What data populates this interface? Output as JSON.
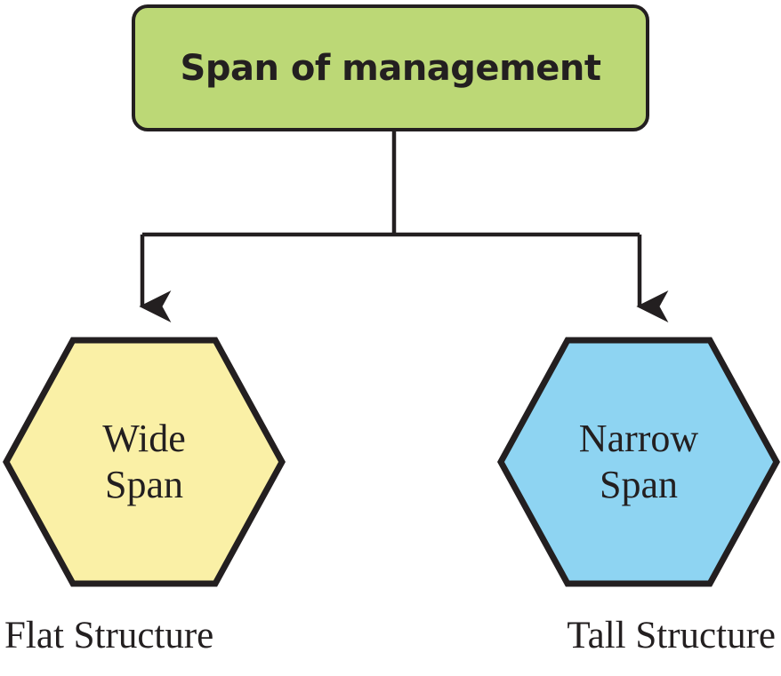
{
  "diagram": {
    "title": "Span of management",
    "root": {
      "label": "Span of management",
      "fill": "#bcd876",
      "stroke": "#231f20",
      "shape": "rounded-rectangle"
    },
    "branches": [
      {
        "id": "wide-span",
        "line1": "Wide",
        "line2": "Span",
        "fill": "#faf0a6",
        "stroke": "#231f20",
        "shape": "hexagon",
        "caption": "Flat Structure"
      },
      {
        "id": "narrow-span",
        "line1": "Narrow",
        "line2": "Span",
        "fill": "#8ed4f2",
        "stroke": "#231f20",
        "shape": "hexagon",
        "caption": "Tall Structure"
      }
    ],
    "connector": {
      "style": "elbow-with-arrowheads",
      "color": "#231f20"
    }
  }
}
